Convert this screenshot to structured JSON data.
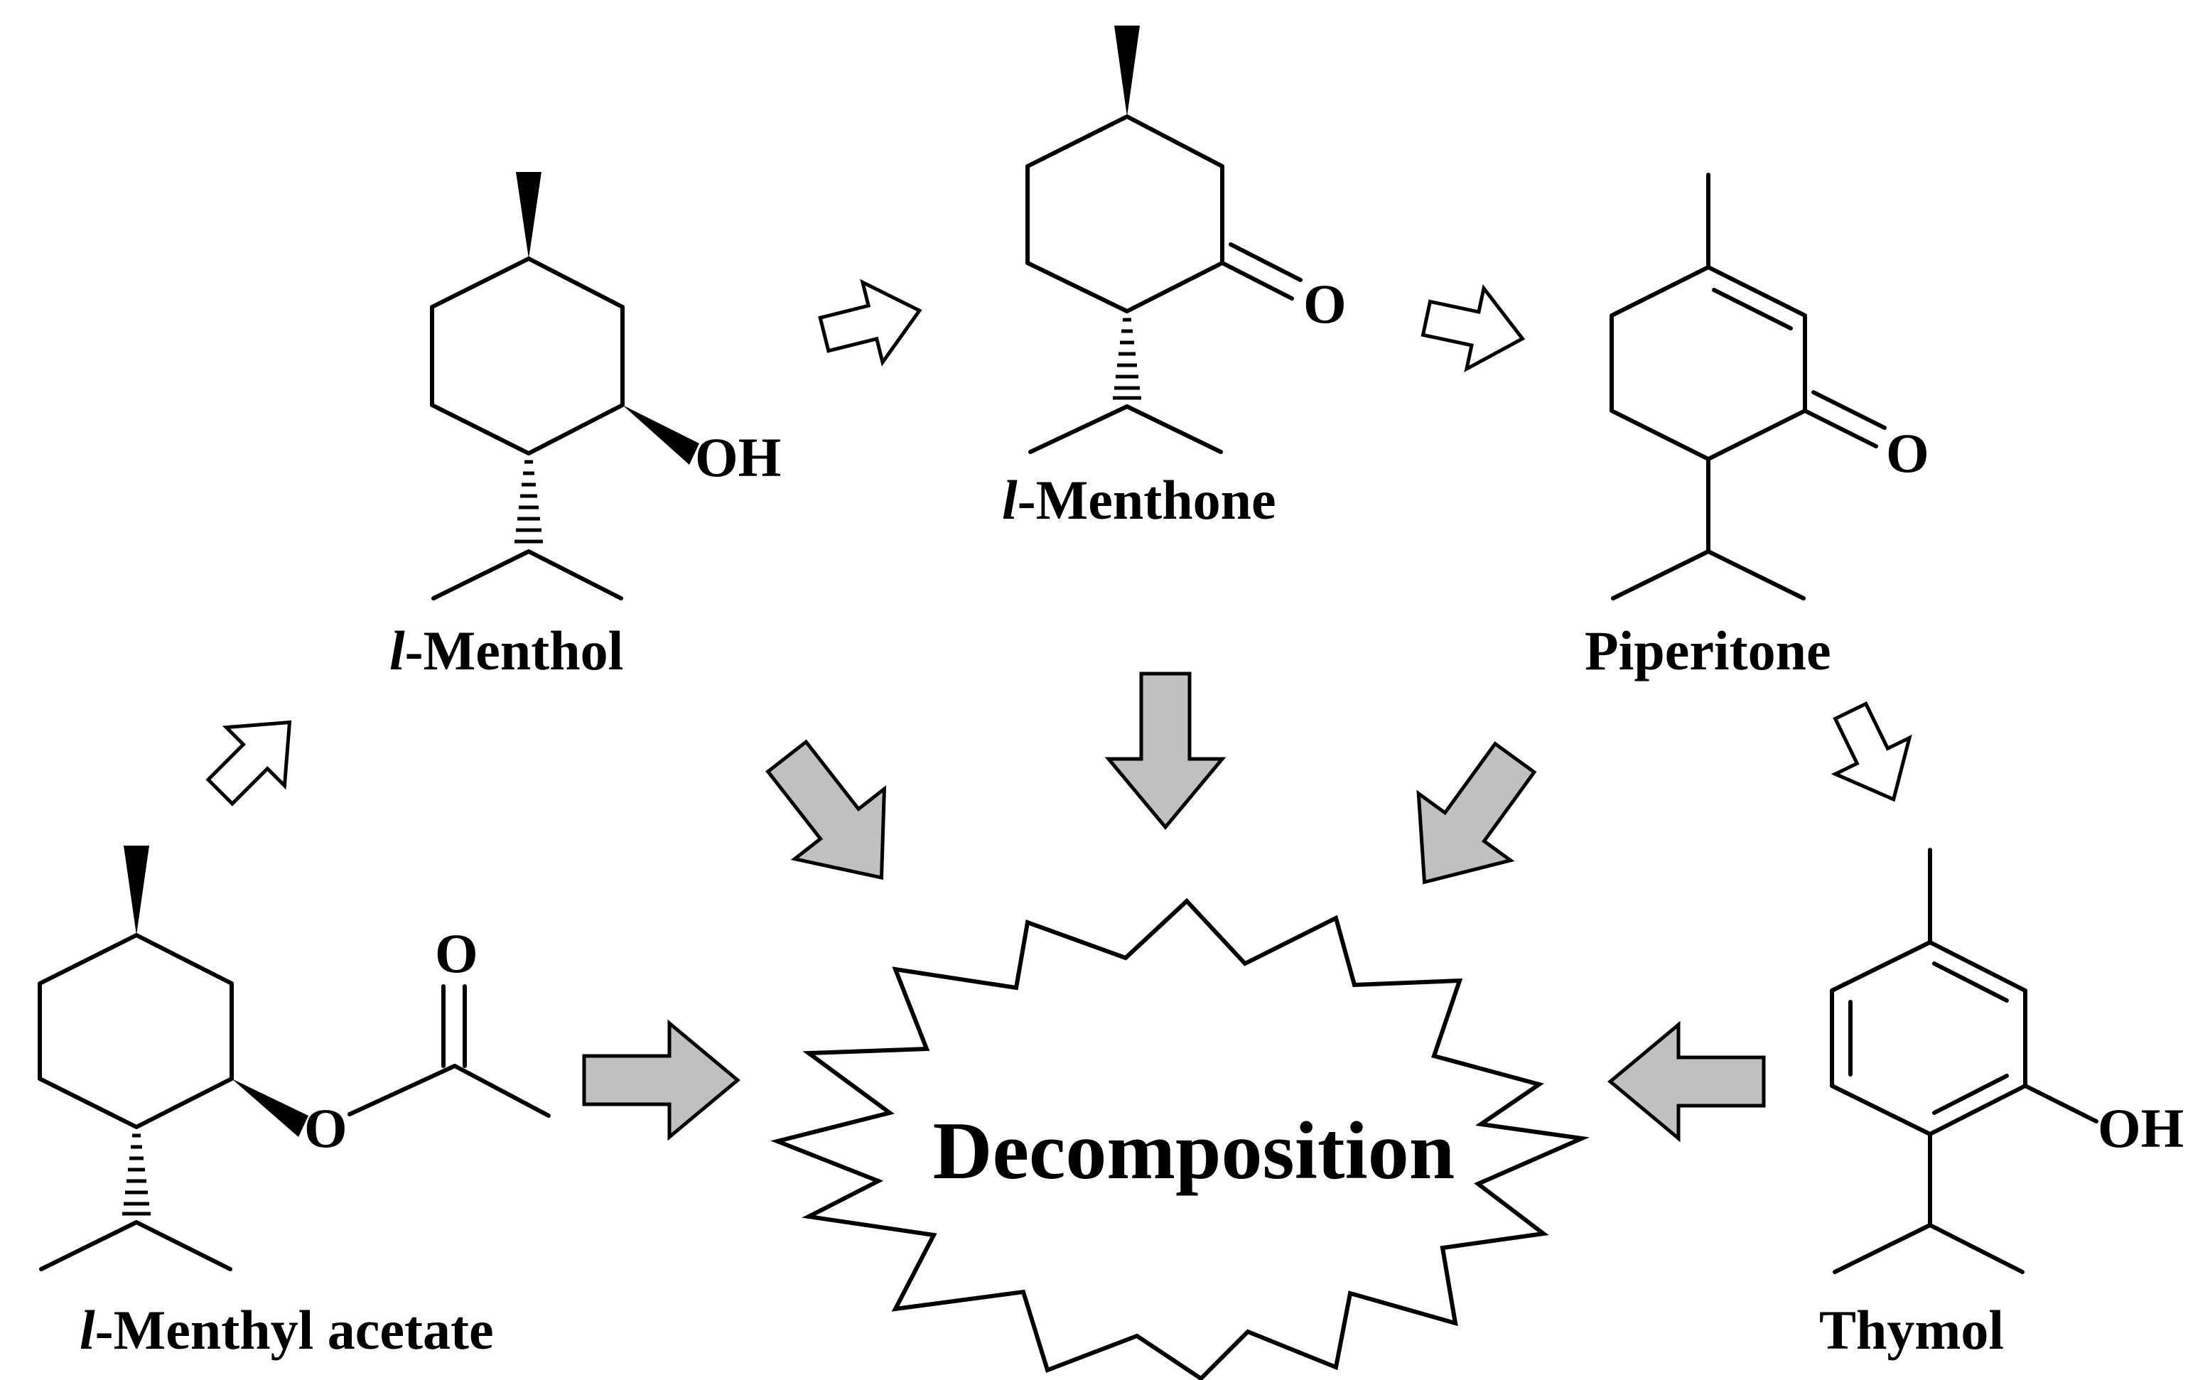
{
  "colors": {
    "conversion_arrow_fill": "#ffffff",
    "decomposition_arrow_fill": "#c0c0c0",
    "stroke": "#000000"
  },
  "center": {
    "label": "Decomposition"
  },
  "compounds": {
    "menthol": {
      "prefix": "l",
      "name": "-Menthol",
      "oh_label": "OH"
    },
    "menthone": {
      "prefix": "l",
      "name": "-Menthone",
      "o_label": "O"
    },
    "piperitone": {
      "name": "Piperitone",
      "o_label": "O"
    },
    "thymol": {
      "name": "Thymol",
      "oh_label": "OH"
    },
    "menthyl_acetate": {
      "prefix": "l",
      "name": "-Menthyl acetate",
      "ester_o_label": "O",
      "carbonyl_o_label": "O"
    }
  },
  "arrows": {
    "conversion": [
      "menthyl_acetate → menthol",
      "menthol → menthone",
      "menthone → piperitone",
      "piperitone → thymol"
    ],
    "decomposition": [
      "menthol",
      "menthone",
      "piperitone",
      "menthyl_acetate",
      "thymol"
    ]
  }
}
